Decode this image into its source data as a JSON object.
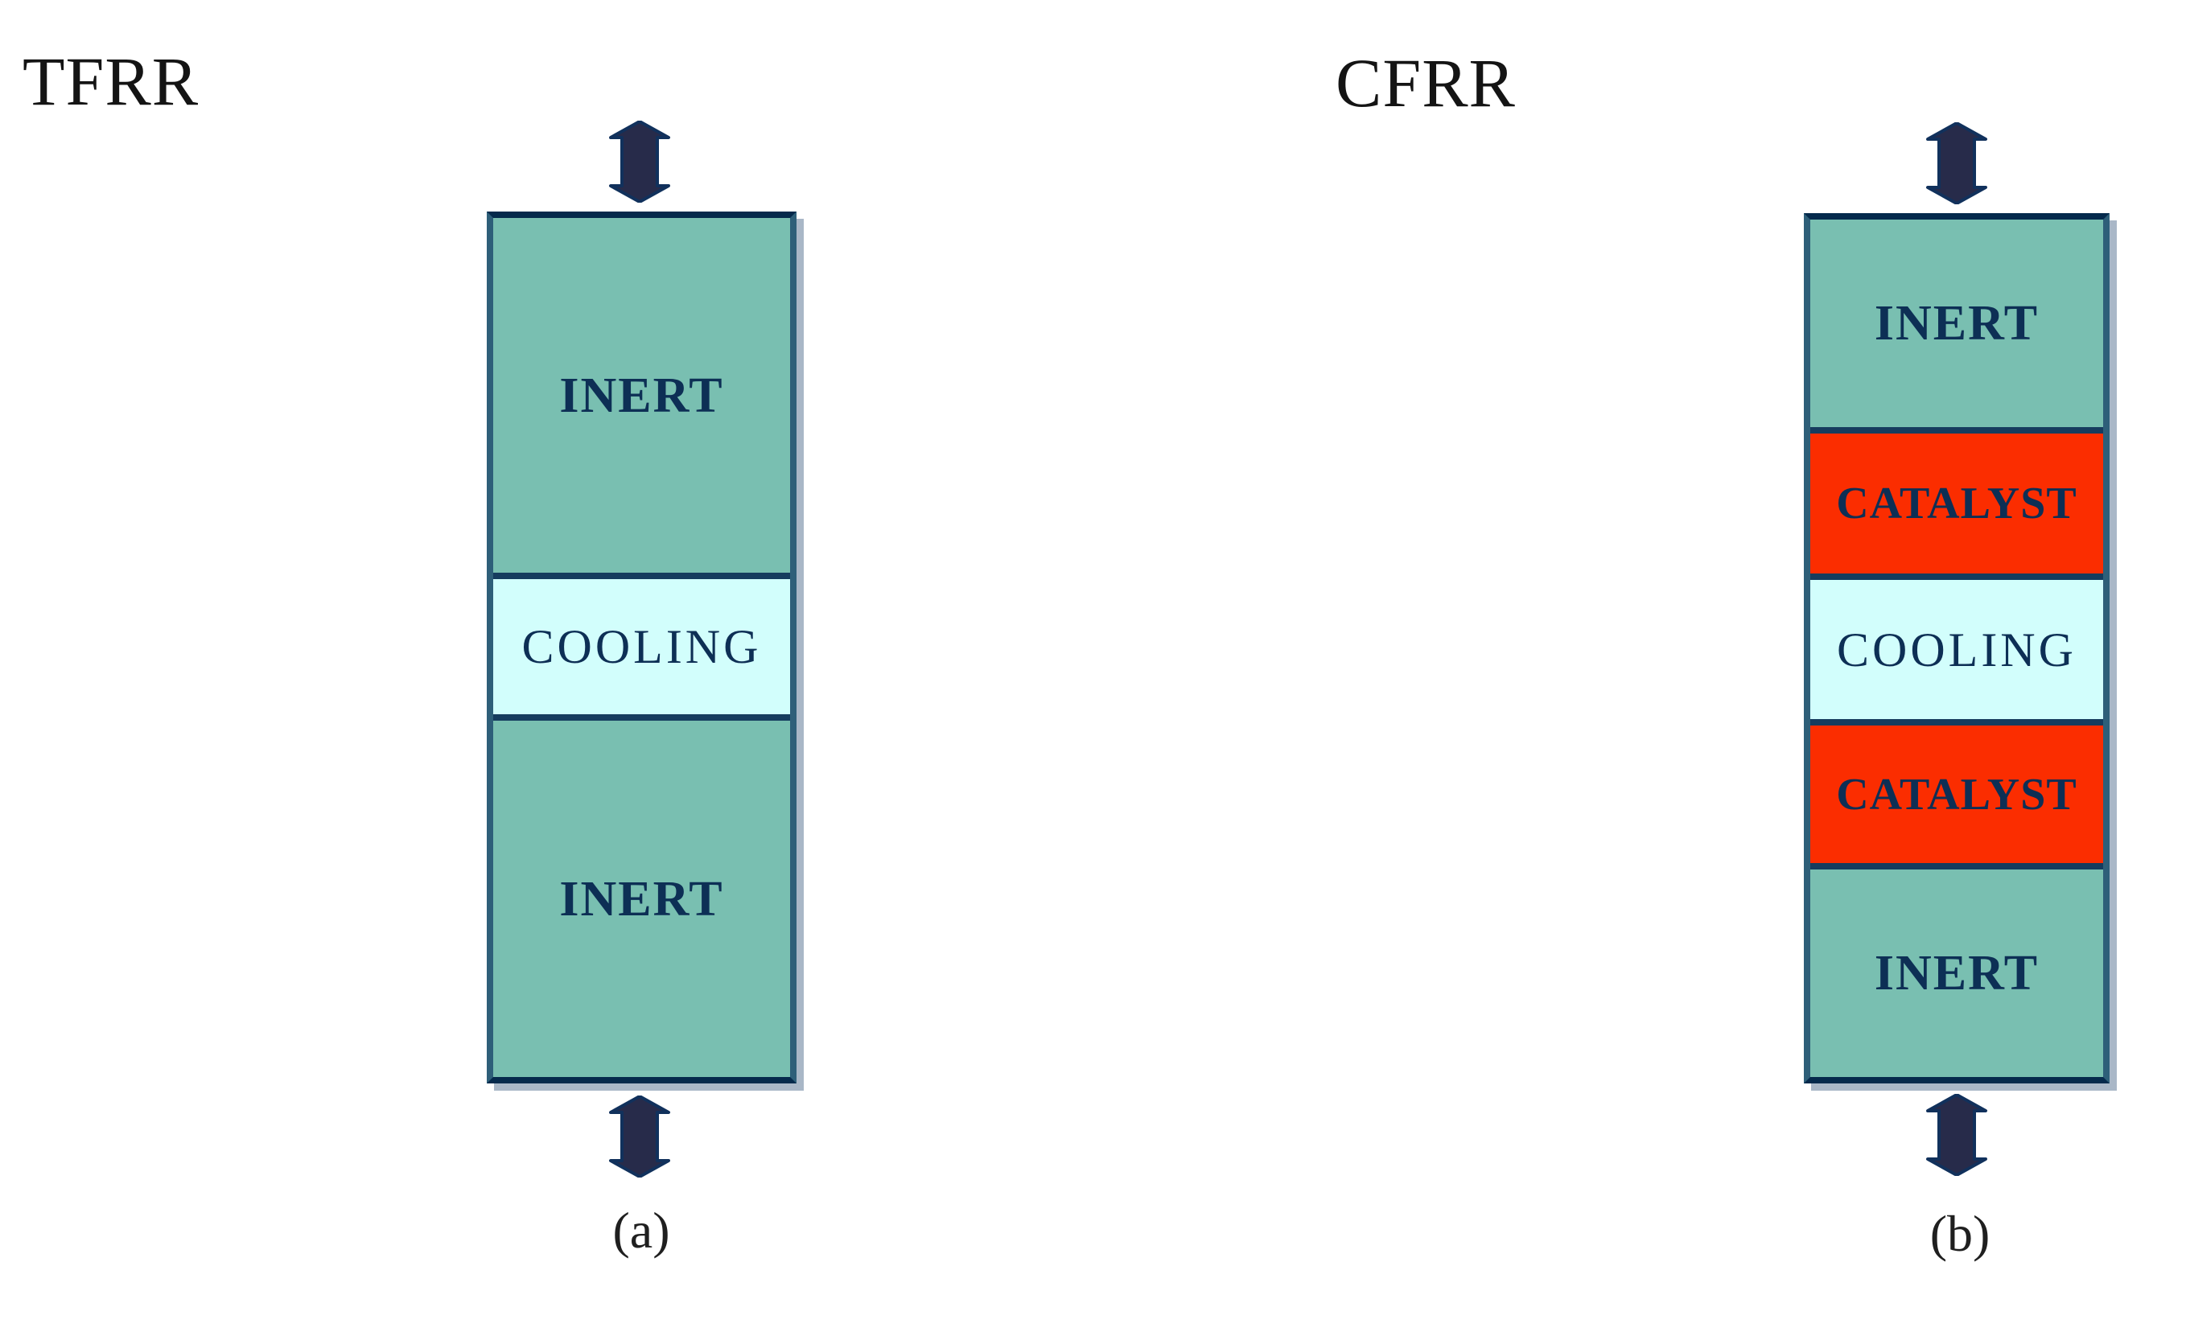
{
  "figure": {
    "background": "#ffffff"
  },
  "colors": {
    "inert_fill": "#79bfb1",
    "cooling_fill": "#d2fefc",
    "catalyst_fill": "#fb2d00",
    "border_navy": "#052a4c",
    "border_side": "#2e5f79",
    "sep_navy": "#163c5e",
    "shadow": "#a9b7c7",
    "label_navy": "#0d2f55",
    "arrow_fill": "#272b4a",
    "arrow_edge": "#11315c"
  },
  "icons": {
    "flow_arrow": "double-headed-vertical-arrow"
  },
  "diagrams": [
    {
      "title": "TFRR",
      "caption": "(a)",
      "blocks": [
        {
          "label": "INERT",
          "type": "inert"
        },
        {
          "label": "COOLING",
          "type": "cooling"
        },
        {
          "label": "INERT",
          "type": "inert"
        }
      ]
    },
    {
      "title": "CFRR",
      "caption": "(b)",
      "blocks": [
        {
          "label": "INERT",
          "type": "inert"
        },
        {
          "label": "CATALYST",
          "type": "catalyst"
        },
        {
          "label": "COOLING",
          "type": "cooling"
        },
        {
          "label": "CATALYST",
          "type": "catalyst"
        },
        {
          "label": "INERT",
          "type": "inert"
        }
      ]
    }
  ]
}
